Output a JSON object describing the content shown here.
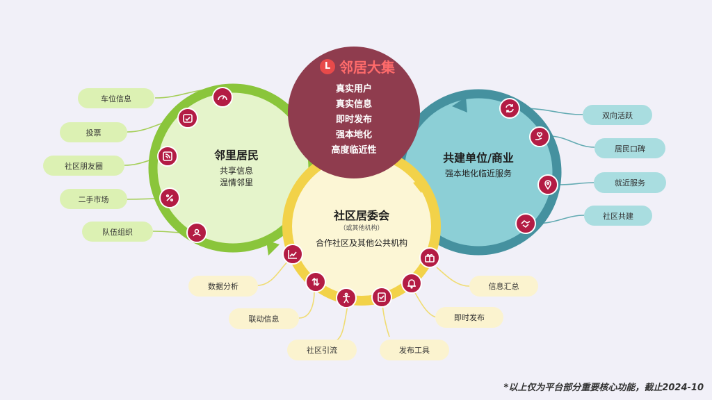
{
  "logo": {
    "text": "邻居大集",
    "mark": "L"
  },
  "center": {
    "lines": [
      "真实用户",
      "真实信息",
      "即时发布",
      "强本地化",
      "高度临近性"
    ]
  },
  "left_group": {
    "title": "邻里居民",
    "lines": [
      "共享信息",
      "温情邻里"
    ],
    "items": [
      "车位信息",
      "投票",
      "社区朋友圈",
      "二手市场",
      "队伍组织"
    ],
    "icons": [
      "gauge-icon",
      "calendar-check-icon",
      "rss-icon",
      "discount-icon",
      "team-icon"
    ]
  },
  "right_group": {
    "title": "共建单位/商业",
    "lines": [
      "强本地化临近服务"
    ],
    "items": [
      "双向活跃",
      "居民口碑",
      "就近服务",
      "社区共建"
    ],
    "icons": [
      "refresh-icon",
      "hand-heart-icon",
      "location-icon",
      "handshake-icon"
    ]
  },
  "bottom_group": {
    "title": "社区居委会",
    "subtitle": "（或其他机构）",
    "lines": [
      "合作社区及其他公共机构"
    ],
    "items": [
      "数据分析",
      "联动信息",
      "社区引流",
      "发布工具",
      "即时发布",
      "信息汇总"
    ],
    "icons": [
      "chart-line-icon",
      "swap-icon",
      "person-icon",
      "checklist-icon",
      "bell-icon",
      "gift-icon"
    ]
  },
  "colors": {
    "center": "#8f3c4e",
    "left_ring": "#8ac53b",
    "right_ring": "#45919f",
    "bottom_ring": "#f2d249",
    "icon": "#b31c44"
  },
  "footnote": "*以上仅为平台部分重要核心功能，截止2024-10"
}
